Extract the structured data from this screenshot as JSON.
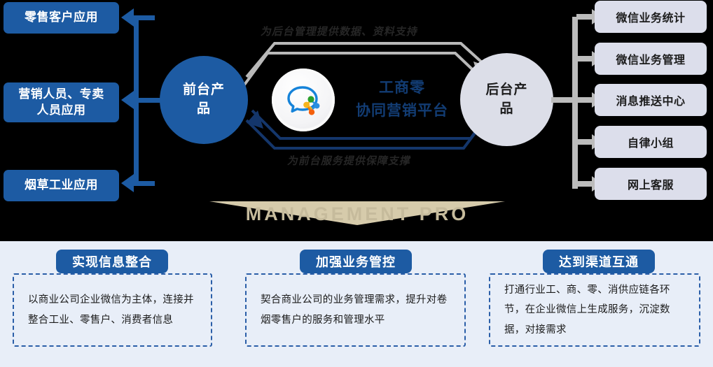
{
  "diagram": {
    "watermark": "MANAGEMENT PRO",
    "left_applications": [
      {
        "label": "零售客户应用"
      },
      {
        "label": "营销人员、专卖\n人员应用"
      },
      {
        "label": "烟草工业应用"
      }
    ],
    "front_circle": {
      "label": "前台产\n品",
      "color": "#1d5ba3"
    },
    "back_circle": {
      "label": "后台产\n品",
      "color": "#dcdee8"
    },
    "platform": {
      "title_line1": "工商零",
      "title_line2": "协同营销平台",
      "color": "#123c73",
      "logo_icon": "wechat-molecule-icon"
    },
    "flow_labels": {
      "top": "为后台管理提供数据、资料支持",
      "bottom": "为前台服务提供保障支撑"
    },
    "right_modules": [
      {
        "label": "微信业务统计"
      },
      {
        "label": "微信业务管理"
      },
      {
        "label": "消息推送中心"
      },
      {
        "label": "自律小组"
      },
      {
        "label": "网上客服"
      }
    ]
  },
  "goals": [
    {
      "title": "实现信息整合",
      "body": "以商业公司企业微信为主体，连接并整合工业、零售户、消费者信息"
    },
    {
      "title": "加强业务管控",
      "body": "契合商业公司的业务管理需求，提升对卷烟零售户的服务和管理水平"
    },
    {
      "title": "达到渠道互通",
      "body": "打通行业工、商、零、消供应链各环节，在企业微信上生成服务，沉淀数据，对接需求"
    }
  ]
}
